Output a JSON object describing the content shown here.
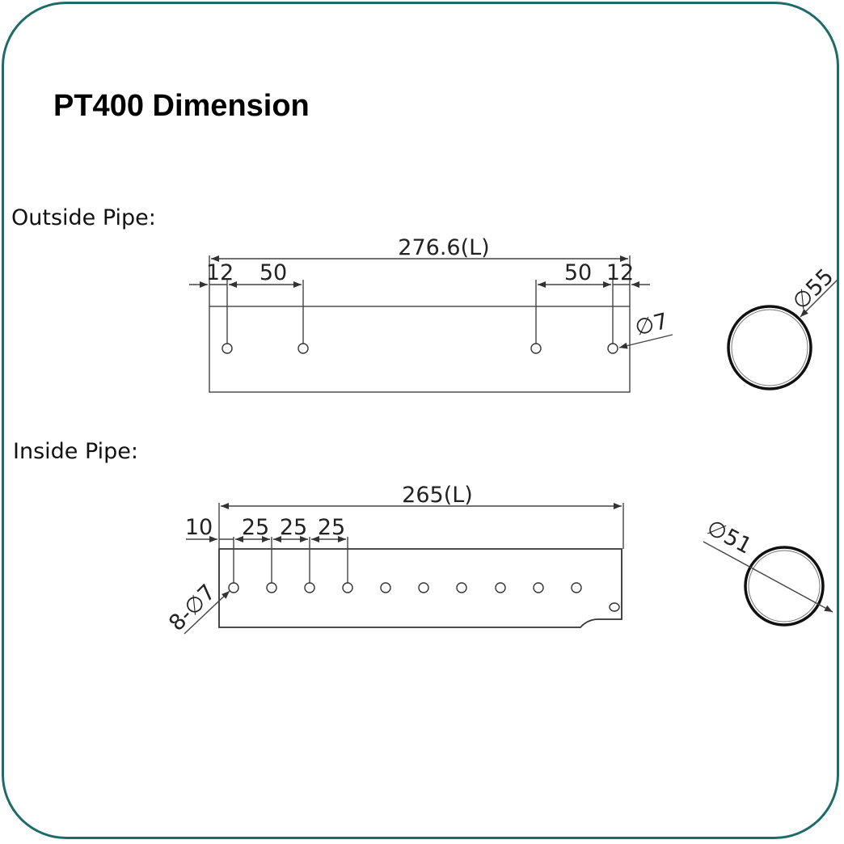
{
  "title": "PT400 Dimension",
  "outside_pipe": {
    "label": "Outside Pipe:",
    "length": "276.6(L)",
    "offset_left": "12",
    "spacing_left": "50",
    "spacing_right": "50",
    "offset_right": "12",
    "hole_diameter": "∅7",
    "pipe_diameter": "∅55"
  },
  "inside_pipe": {
    "label": "Inside Pipe:",
    "length": "265(L)",
    "offset_left": "10",
    "spacing_1": "25",
    "spacing_2": "25",
    "spacing_3": "25",
    "hole_callout": "8-∅7",
    "pipe_diameter": "∅51"
  },
  "colors": {
    "frame": "#1f6b6a",
    "lines": "#444444"
  }
}
